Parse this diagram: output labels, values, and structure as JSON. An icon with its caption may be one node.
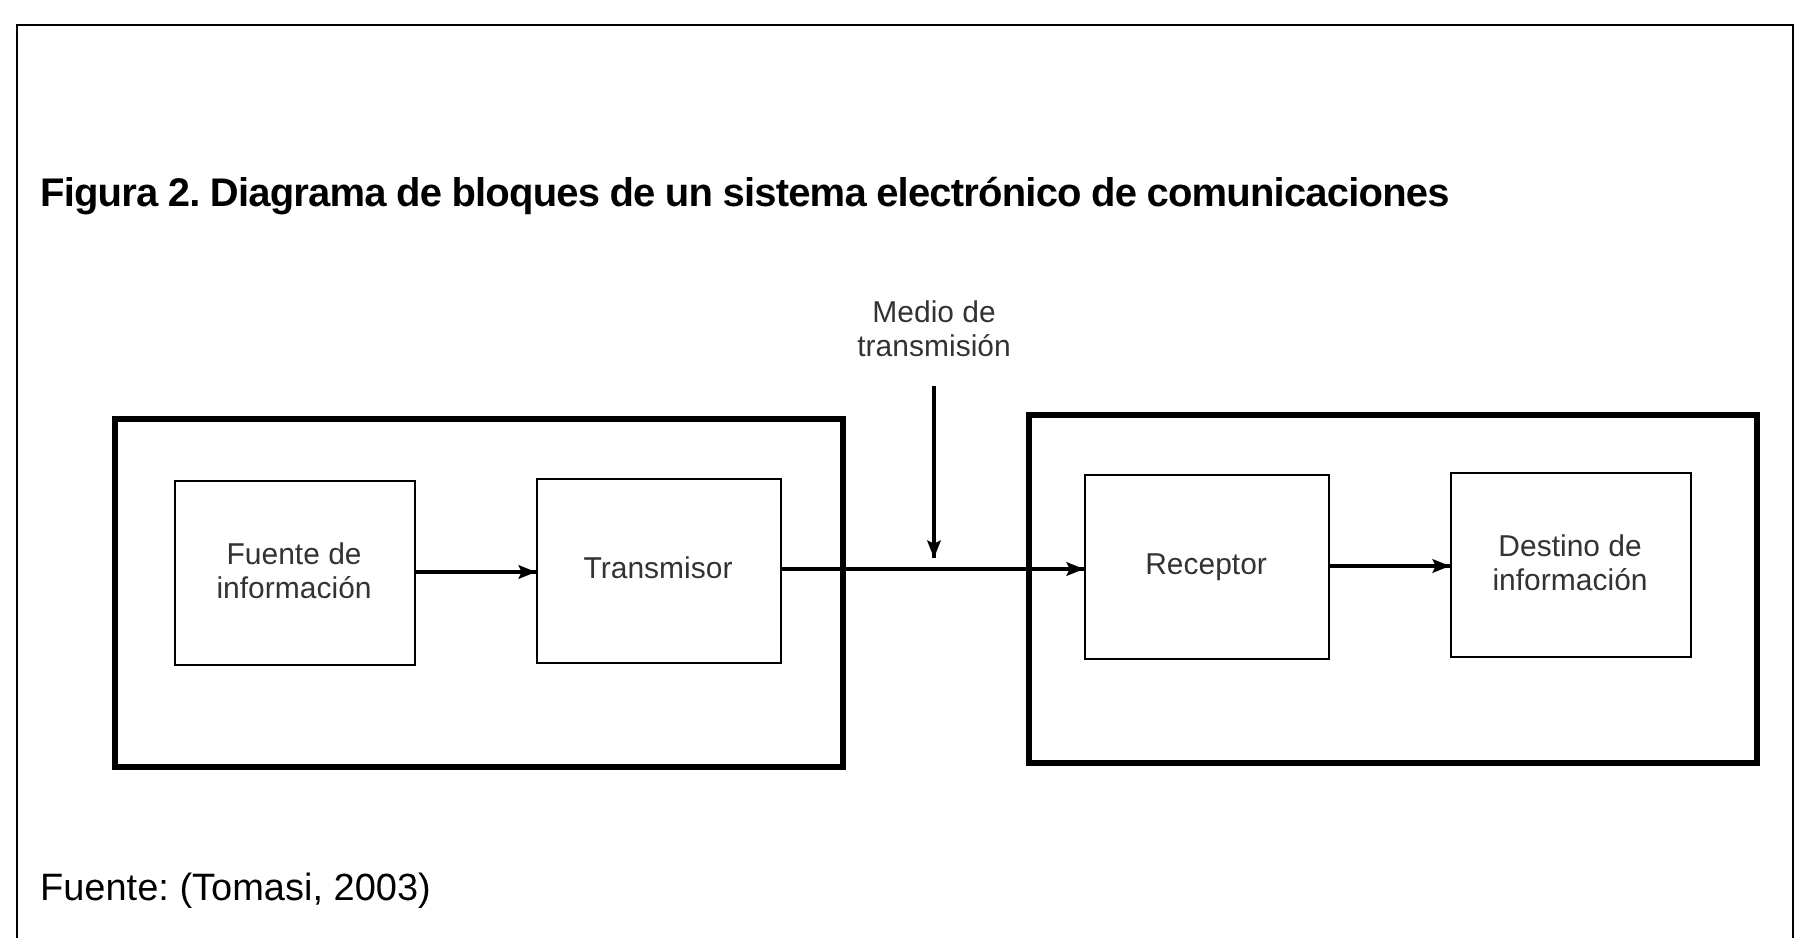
{
  "diagram": {
    "title": "Figura 2. Diagrama de bloques de un sistema electrónico de comunicaciones",
    "caption": "Fuente: (Tomasi, 2003)",
    "nodes": [
      {
        "text": [],
        "shape": "box"
      },
      {
        "text": [
          "Fuente de información"
        ],
        "in": 0
      },
      {
        "text": [
          "Transmisor"
        ],
        "in": 0
      },
      {
        "text": [],
        "shape": "box"
      },
      {
        "text": [
          "Receptor"
        ],
        "in": 3
      },
      {
        "text": [
          "Destino de información"
        ],
        "in": 3
      },
      {
        "text": [
          "Medio de transmisión"
        ]
      }
    ],
    "edges": [
      {
        "from": 1,
        "to": 2,
        "arrow": "to"
      },
      {
        "from": 2,
        "to": 4,
        "arrow": "to"
      },
      {
        "from": 4,
        "to": 5,
        "arrow": "to"
      },
      {
        "from": 6,
        "to": null,
        "arrow": "to"
      }
    ]
  }
}
